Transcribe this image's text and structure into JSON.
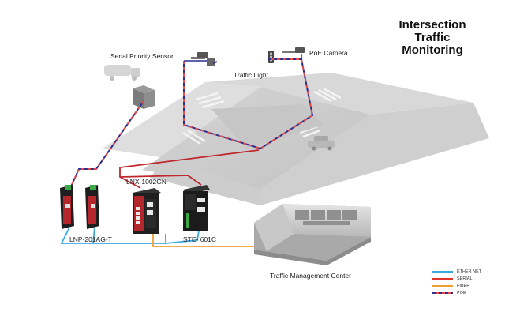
{
  "title": {
    "line1": "Intersection",
    "line2": "Traffic",
    "line3": "Monitoring"
  },
  "labels": {
    "serial_priority_sensor": "Serial Priority Sensor",
    "poe_camera": "PoE Camera",
    "traffic_light": "Traffic Light",
    "lnx_1002gn": "LNX-1002GN",
    "lnp_201ag_t": "LNP-201AG-T",
    "ste_601c": "STE- 601C",
    "traffic_management_center": "Traffic Management Center"
  },
  "legend": [
    {
      "label": "ETHER NET",
      "color": "#39a9e0"
    },
    {
      "label": "SERIAL",
      "color": "#e0342c"
    },
    {
      "label": "FIBER",
      "color": "#f0a030"
    },
    {
      "label": "POE",
      "color": "#2b2f8f"
    }
  ],
  "colors": {
    "ethernet": "#39a9e0",
    "serial": "#c0272d",
    "fiber": "#f0a030",
    "poe_a": "#2b2f8f",
    "poe_b": "#e84a4a",
    "device_red": "#c0272d",
    "device_black": "#222222",
    "device_green": "#3aa845"
  }
}
